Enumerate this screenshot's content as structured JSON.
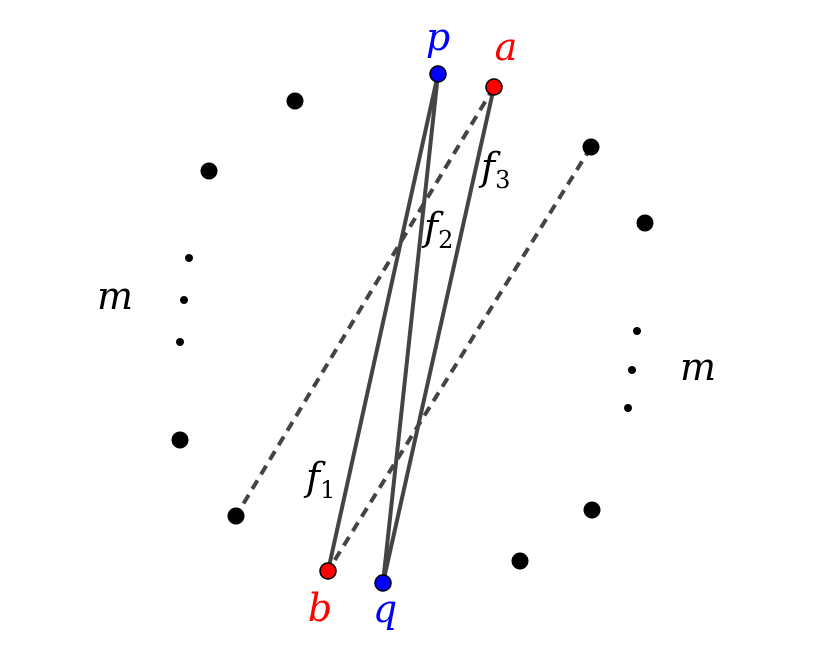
{
  "colors": {
    "black_points": "#000000",
    "edges": "#444444",
    "blue_points": "#0000ff",
    "red_points": "#ff0000",
    "label_text": "#000000"
  },
  "labels": {
    "p": "p",
    "a": "a",
    "b": "b",
    "q": "q",
    "f1_base": "f",
    "f1_sub": "1",
    "f2_base": "f",
    "f2_sub": "2",
    "f3_base": "f",
    "f3_sub": "3",
    "m_left": "m",
    "m_right": "m"
  }
}
